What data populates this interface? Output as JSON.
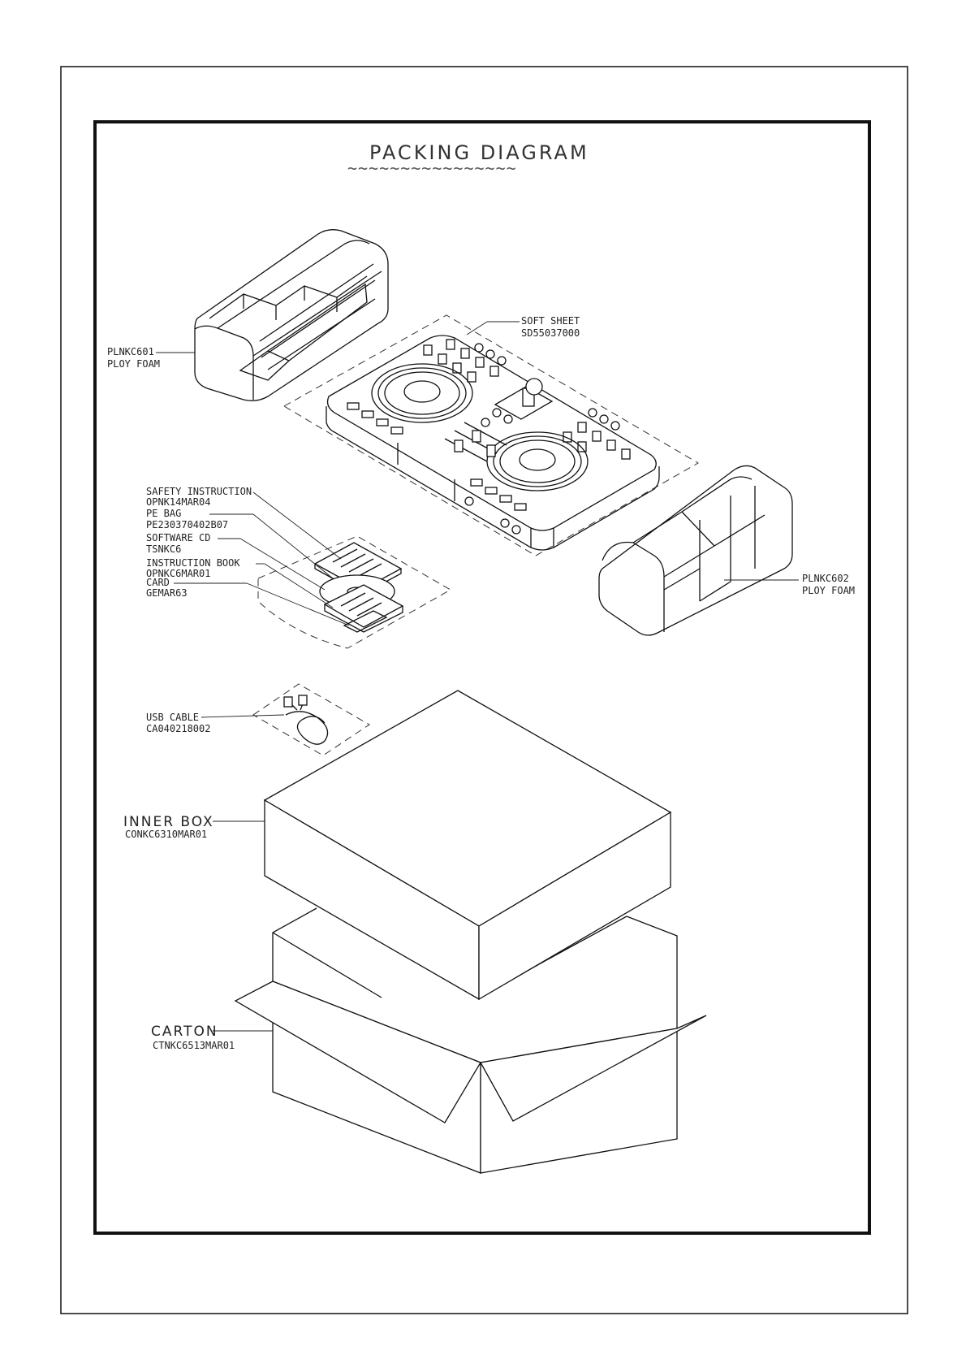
{
  "title": "PACKING DIAGRAM",
  "title_underline": "~~~~~~~~~~~~~~~~",
  "labels": {
    "foam_left": {
      "part": "PLNKC601",
      "desc": "PLOY FOAM"
    },
    "soft_sheet": {
      "name": "SOFT SHEET",
      "part": "SD55037000"
    },
    "safety": {
      "name": "SAFETY INSTRUCTION",
      "part": "OPNK14MAR04"
    },
    "pe_bag": {
      "name": "PE BAG",
      "part": "PE230370402B07"
    },
    "software_cd": {
      "name": "SOFTWARE CD",
      "part": "TSNKC6"
    },
    "instruction_book": {
      "name": "INSTRUCTION BOOK",
      "part": "OPNKC6MAR01"
    },
    "card": {
      "name": "CARD",
      "part": "GEMAR63"
    },
    "foam_right": {
      "part": "PLNKC602",
      "desc": "PLOY FOAM"
    },
    "usb_cable": {
      "name": "USB CABLE",
      "part": "CA040218002"
    },
    "inner_box": {
      "name": "INNER BOX",
      "part": "CONKC6310MAR01"
    },
    "carton": {
      "name": "CARTON",
      "part": "CTNKC6513MAR01"
    }
  }
}
